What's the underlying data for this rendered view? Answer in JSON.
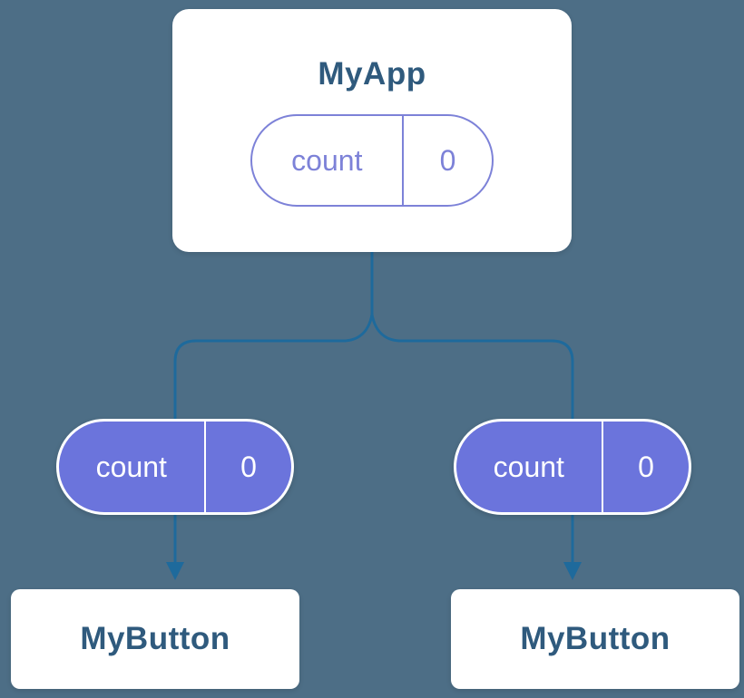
{
  "colors": {
    "background": "#4d6e86",
    "card-bg": "#ffffff",
    "title-text": "#2f5a7d",
    "connector": "#1e6a9c",
    "pill-purple": "#6b74dc",
    "pill-outline": "#7d82d8",
    "pill-filled-text": "#ffffff"
  },
  "diagram": {
    "root": {
      "title": "MyApp",
      "state": {
        "label": "count",
        "value": "0"
      }
    },
    "children": [
      {
        "title": "MyButton",
        "prop": {
          "label": "count",
          "value": "0"
        }
      },
      {
        "title": "MyButton",
        "prop": {
          "label": "count",
          "value": "0"
        }
      }
    ]
  }
}
